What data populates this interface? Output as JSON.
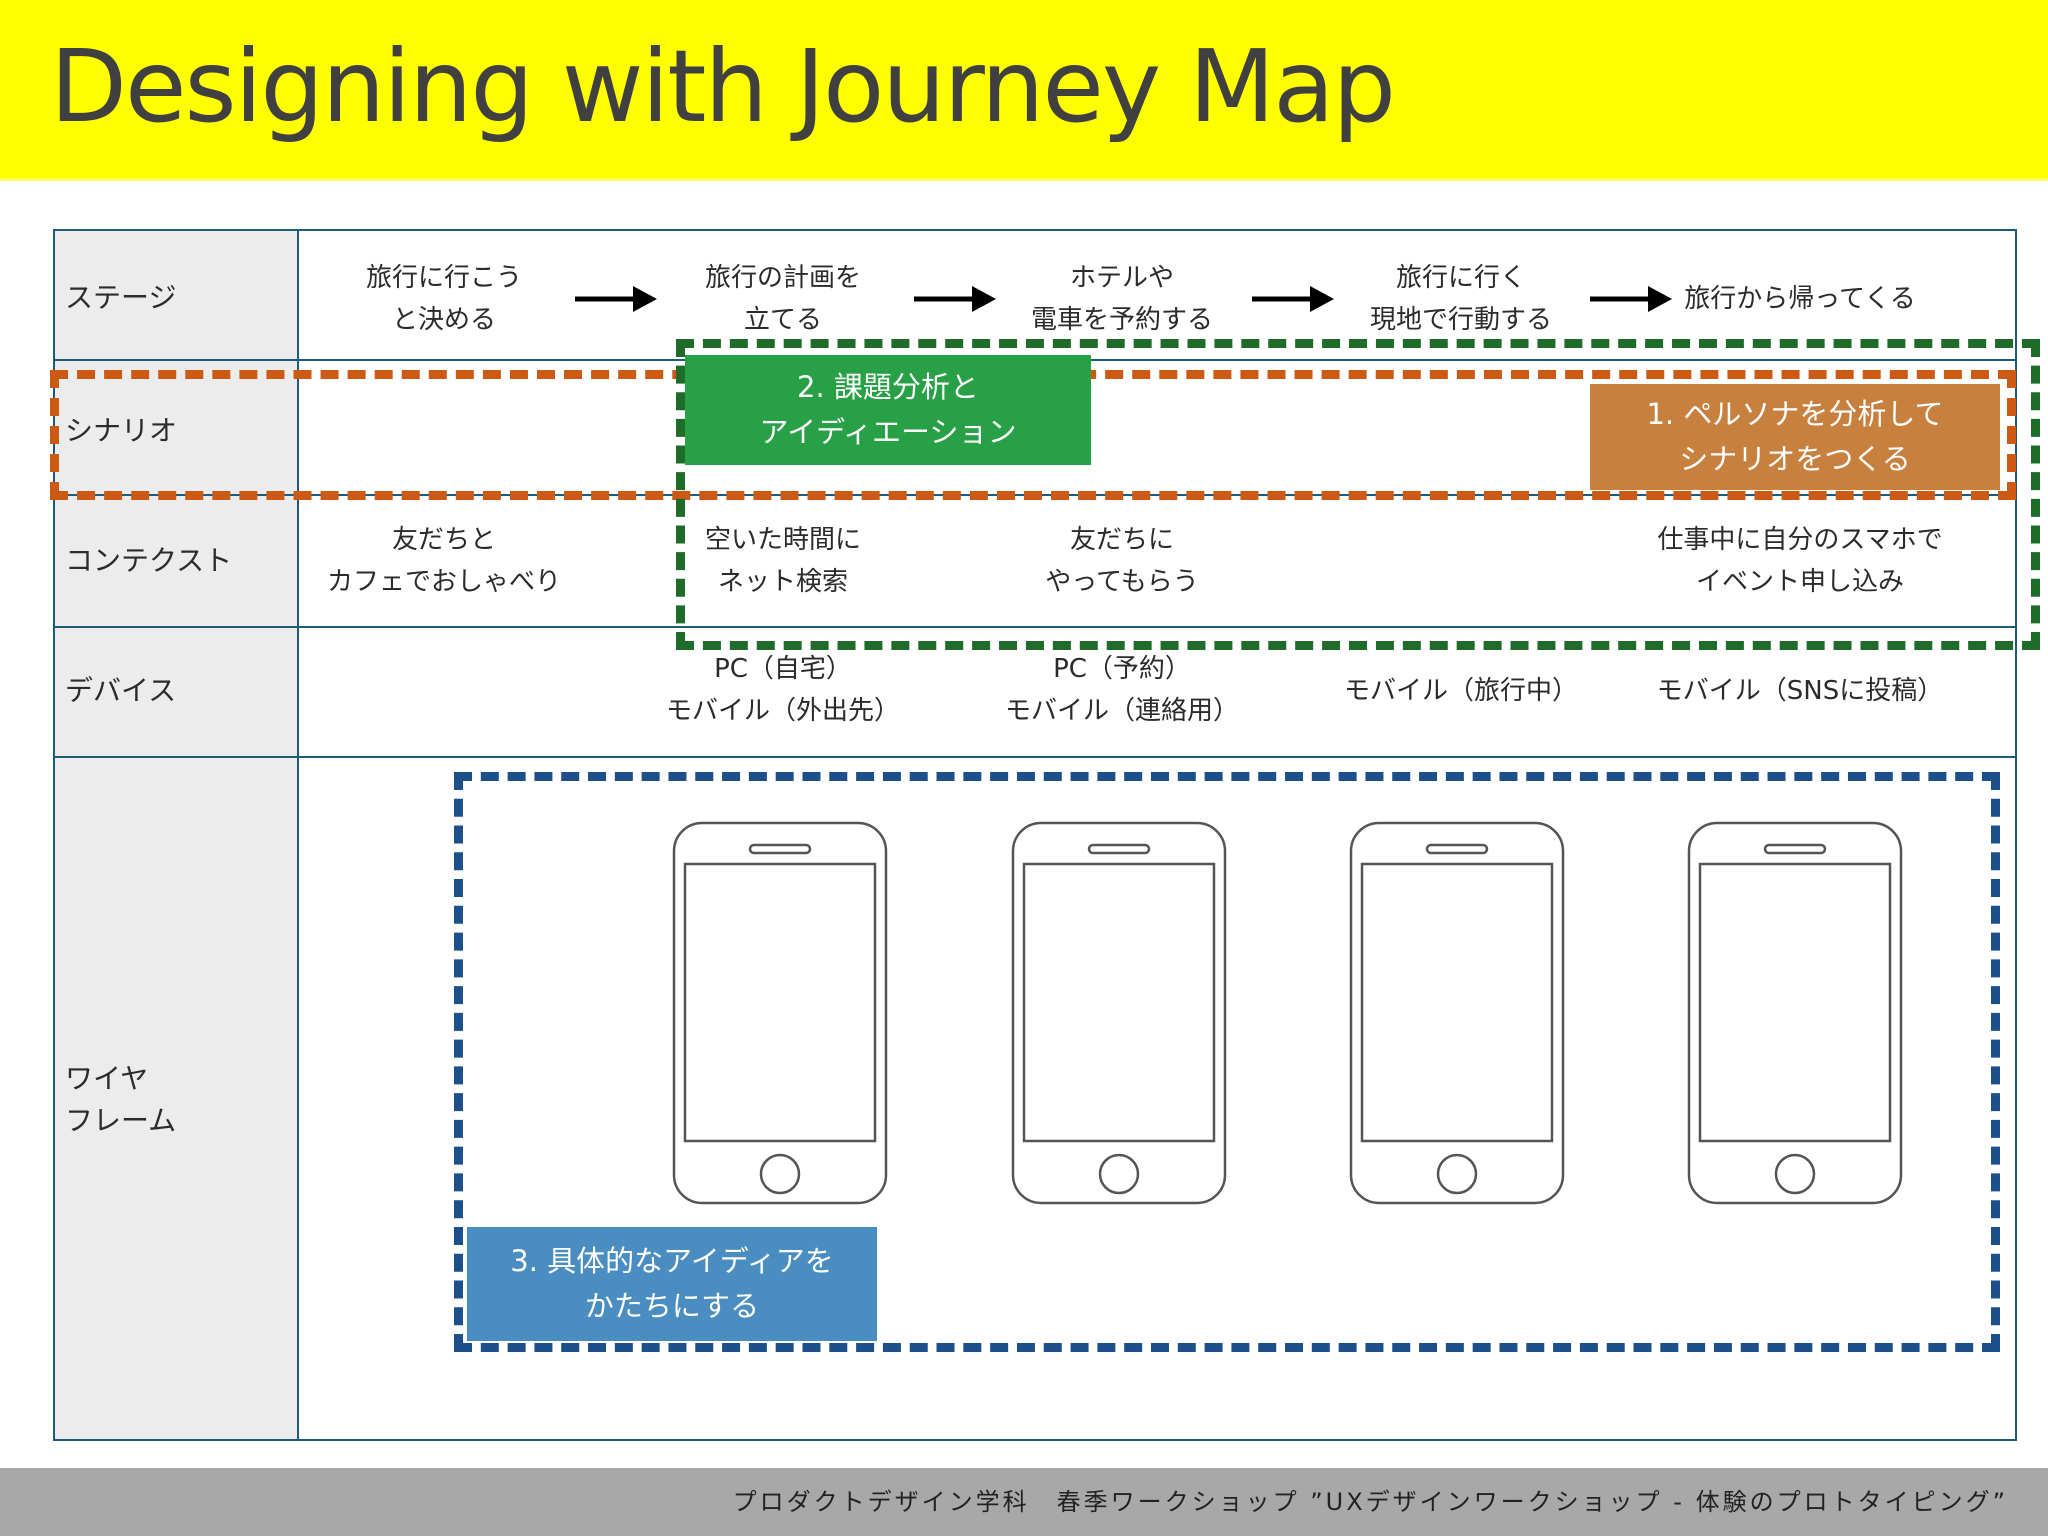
{
  "title": "Designing with Journey Map",
  "rows": {
    "stage": "ステージ",
    "scenario": "シナリオ",
    "context": "コンテクスト",
    "device": "デバイス",
    "wireframe": "ワイヤ\nフレーム"
  },
  "stages": [
    "旅行に行こう\nと決める",
    "旅行の計画を\n立てる",
    "ホテルや\n電車を予約する",
    "旅行に行く\n現地で行動する",
    "旅行から帰ってくる"
  ],
  "contexts": [
    "友だちと\nカフェでおしゃべり",
    "空いた時間に\nネット検索",
    "友だちに\nやってもらう",
    "",
    "仕事中に自分のスマホで\nイベント申し込み"
  ],
  "devices": [
    "",
    "PC（自宅）\nモバイル（外出先）",
    "PC（予約）\nモバイル（連絡用）",
    "モバイル（旅行中）",
    "モバイル（SNSに投稿）"
  ],
  "notes": {
    "persona": "1. ペルソナを分析して\nシナリオをつくる",
    "analysis": "2. 課題分析と\nアイディエーション",
    "concrete": "3. 具体的なアイディアを\nかたちにする"
  },
  "colors": {
    "header": "#ffff00",
    "grid_line": "#1e5a7a",
    "orange_box": "#cc5a14",
    "green_box": "#1e6b2a",
    "blue_box": "#1d4f8a",
    "persona_note": "#c8803f",
    "analysis_note": "#27a046",
    "concrete_note": "#4a8dc0"
  },
  "footer": "プロダクトデザイン学科　春季ワークショップ ”UXデザインワークショップ - 体験のプロトタイピング”"
}
